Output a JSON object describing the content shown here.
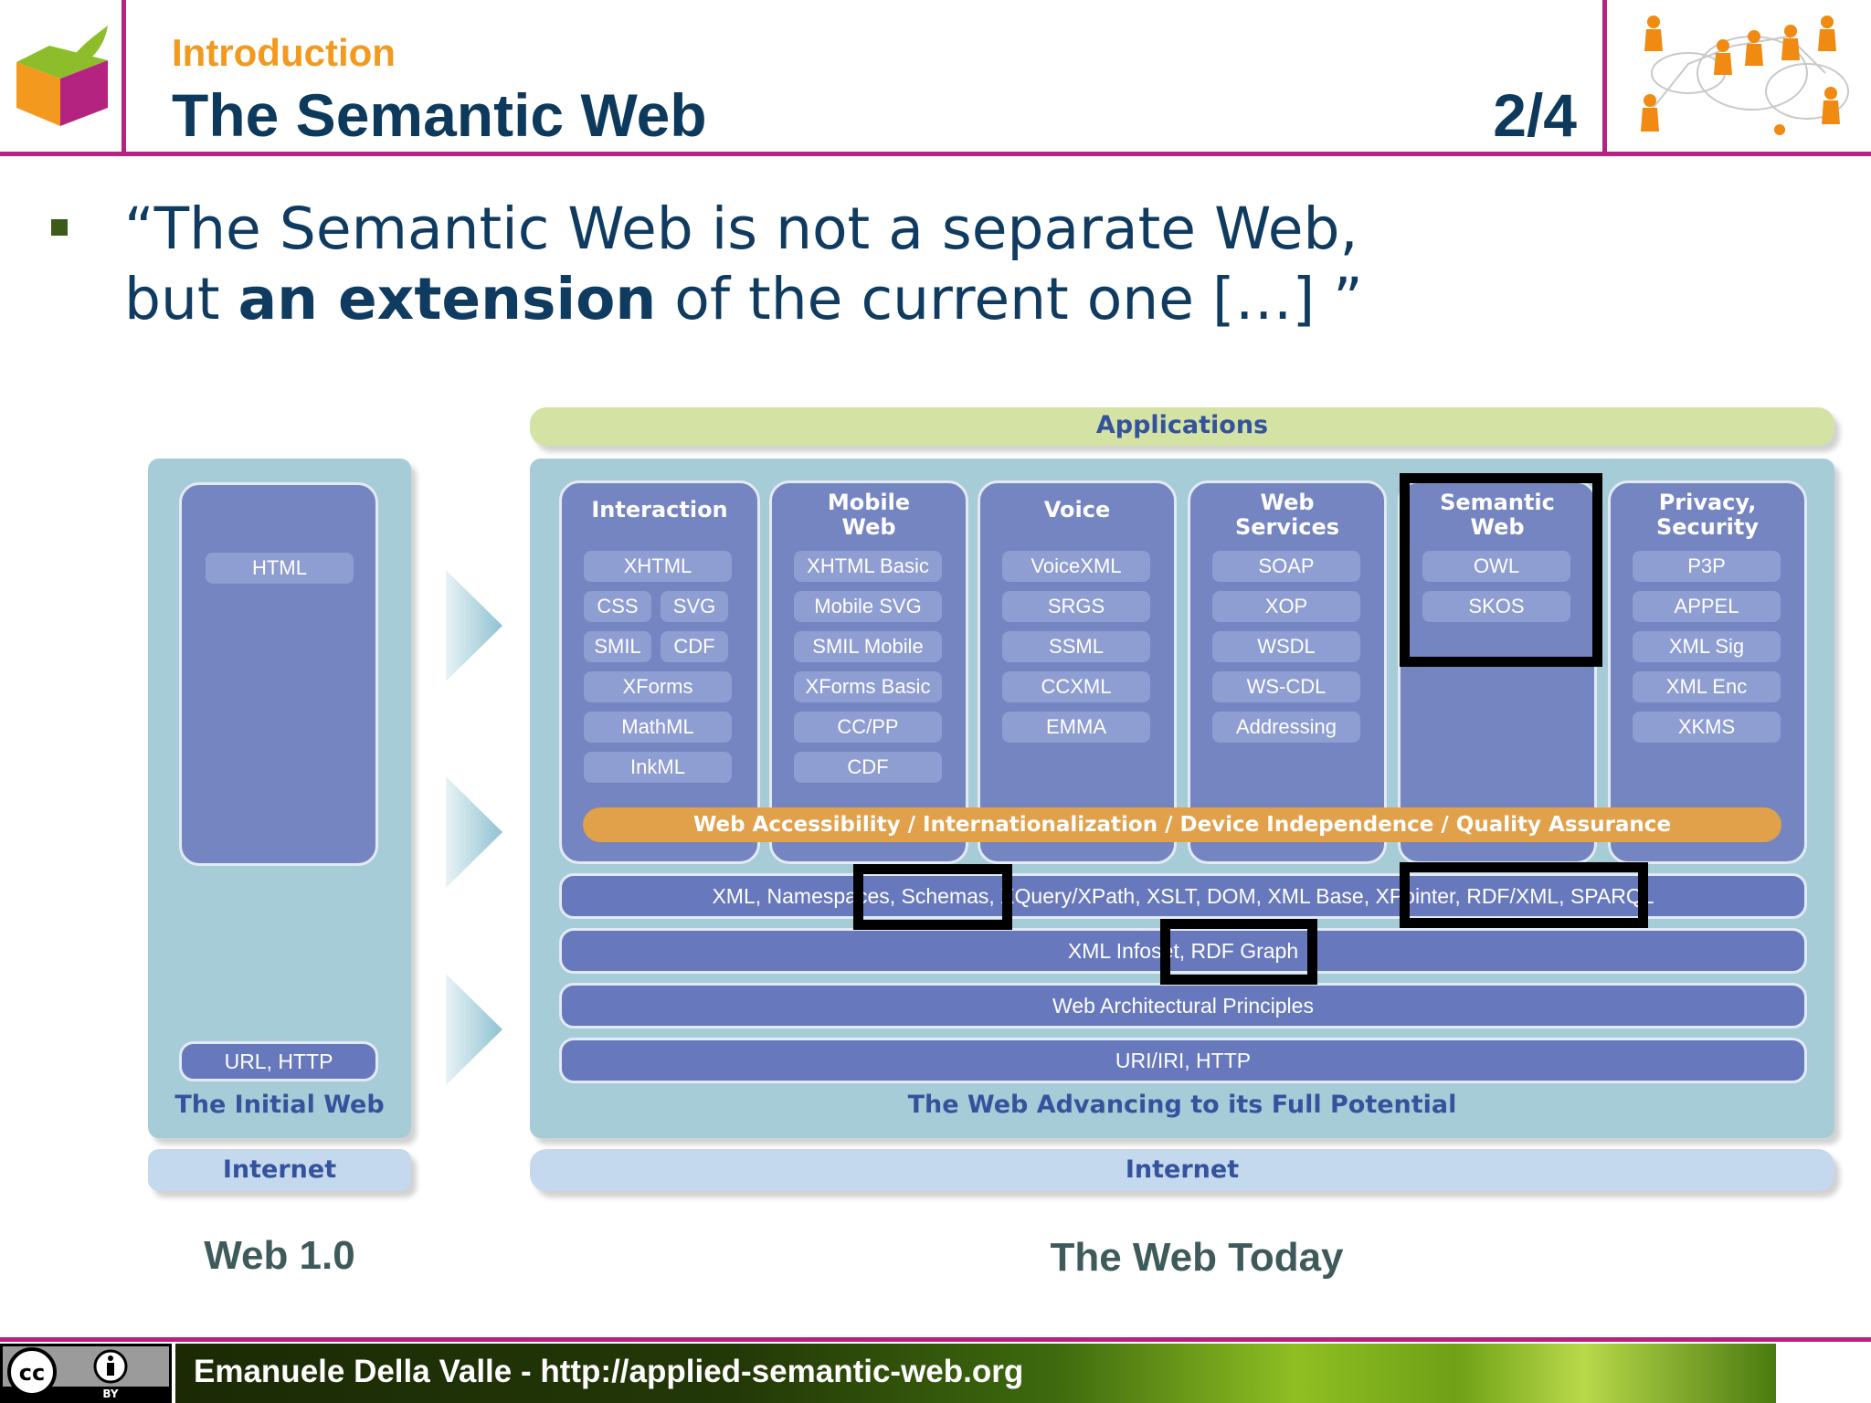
{
  "header": {
    "section": "Introduction",
    "title": "The Semantic Web",
    "slide_number": "2/4"
  },
  "quote": {
    "part1": "“The Semantic Web is not a separate Web,",
    "part2_pre": "but ",
    "part2_bold": "an extension",
    "part2_post": " of the current one […] ”"
  },
  "diagram": {
    "applications_label": "Applications",
    "web10": {
      "html": "HTML",
      "url_http": "URL, HTTP",
      "initial_web": "The Initial Web",
      "internet": "Internet"
    },
    "columns": [
      {
        "title": "Interaction",
        "items": [
          "XHTML",
          "CSS",
          "SVG",
          "SMIL",
          "CDF",
          "XForms",
          "MathML",
          "InkML"
        ]
      },
      {
        "title": "Mobile\nWeb",
        "items": [
          "XHTML Basic",
          "Mobile SVG",
          "SMIL Mobile",
          "XForms Basic",
          "CC/PP",
          "CDF"
        ]
      },
      {
        "title": "Voice",
        "items": [
          "VoiceXML",
          "SRGS",
          "SSML",
          "CCXML",
          "EMMA"
        ]
      },
      {
        "title": "Web\nServices",
        "items": [
          "SOAP",
          "XOP",
          "WSDL",
          "WS-CDL",
          "Addressing"
        ]
      },
      {
        "title": "Semantic\nWeb",
        "items": [
          "OWL",
          "SKOS"
        ]
      },
      {
        "title": "Privacy,\nSecurity",
        "items": [
          "P3P",
          "APPEL",
          "XML Sig",
          "XML Enc",
          "XKMS"
        ]
      }
    ],
    "accessibility_bar": "Web Accessibility / Internationalization / Device Independence / Quality Assurance",
    "xml_stack": "XML, Namespaces, Schemas, XQuery/XPath, XSLT, DOM, XML Base, XPointer, RDF/XML, SPARQL",
    "infoset": "XML Infoset, RDF Graph",
    "principles": "Web Architectural Principles",
    "uri": "URI/IRI, HTTP",
    "full_potential": "The Web Advancing to its Full Potential",
    "internet": "Internet"
  },
  "captions": {
    "left": "Web 1.0",
    "right": "The Web Today"
  },
  "footer": {
    "text": "Emanuele Della Valle - http://applied-semantic-web.org",
    "license": "BY"
  },
  "colors": {
    "accent": "#b4237f",
    "title": "#0d3a5c",
    "section": "#f39a1e",
    "panel": "#a6ccd8",
    "column": "#7485c1",
    "accessibility": "#e1a04a"
  }
}
